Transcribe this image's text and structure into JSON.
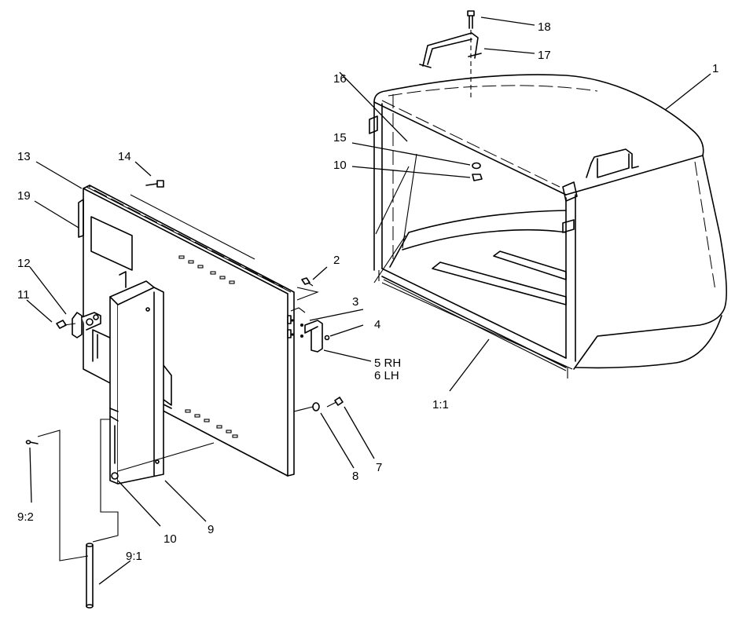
{
  "callouts": {
    "c1": "1",
    "c1_1": "1:1",
    "c2": "2",
    "c3": "3",
    "c4": "4",
    "c5": "5 RH",
    "c6": "6 LH",
    "c7": "7",
    "c8": "8",
    "c9": "9",
    "c9_1": "9:1",
    "c9_2": "9:2",
    "c10a": "10",
    "c10b": "10",
    "c11": "11",
    "c12": "12",
    "c13": "13",
    "c14": "14",
    "c15": "15",
    "c16": "16",
    "c17": "17",
    "c18": "18",
    "c19": "19"
  }
}
